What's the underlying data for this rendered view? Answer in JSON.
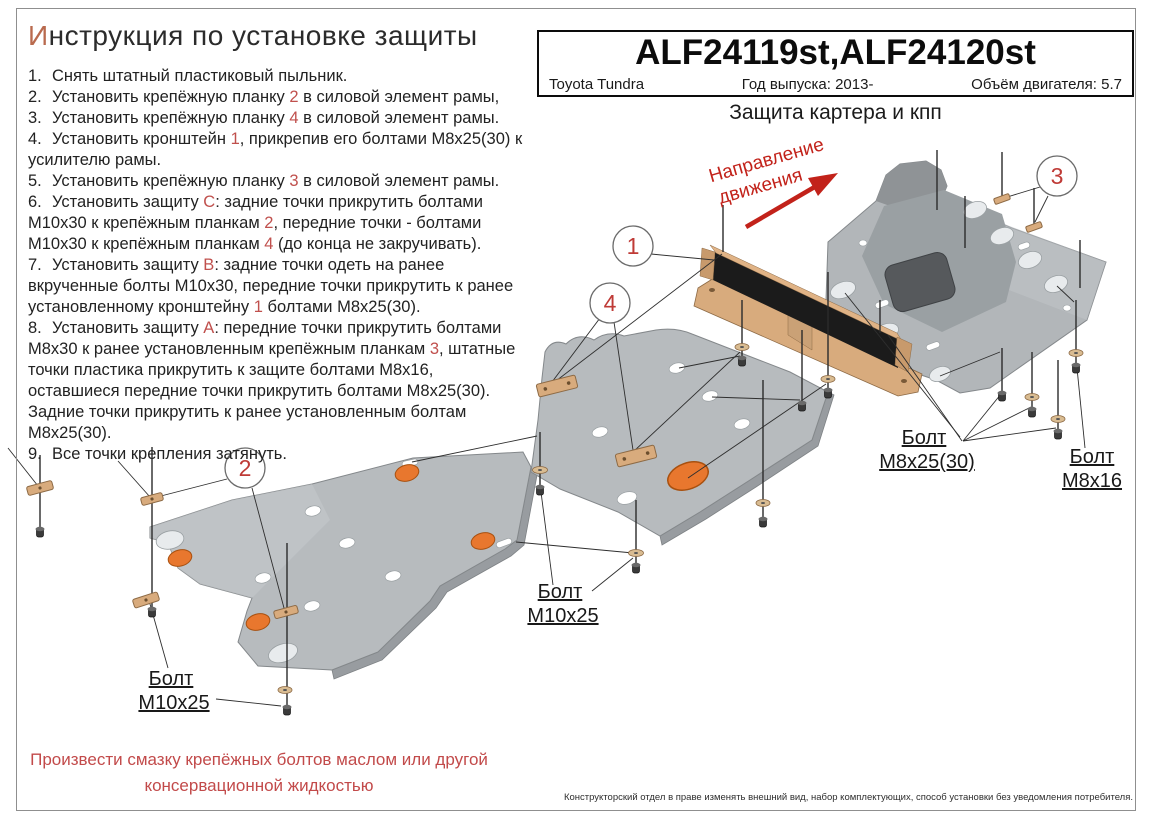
{
  "page": {
    "title": {
      "first_letter": "И",
      "rest": "нструкция по установке защиты"
    },
    "instructions": [
      {
        "num": "1.",
        "segments": [
          {
            "t": "Снять штатный пластиковый пыльник."
          }
        ]
      },
      {
        "num": "2.",
        "segments": [
          {
            "t": "Установить крепёжную планку "
          },
          {
            "t": "2",
            "red": true
          },
          {
            "t": " в силовой элемент рамы,"
          }
        ]
      },
      {
        "num": "3.",
        "segments": [
          {
            "t": "Установить крепёжную планку "
          },
          {
            "t": "4",
            "red": true
          },
          {
            "t": " в силовой элемент рамы."
          }
        ]
      },
      {
        "num": "4.",
        "segments": [
          {
            "t": "Установить кронштейн "
          },
          {
            "t": "1",
            "red": true
          },
          {
            "t": ", прикрепив его болтами М8х25(30) к усилителю рамы."
          }
        ]
      },
      {
        "num": "5.",
        "segments": [
          {
            "t": "Установить крепёжную планку "
          },
          {
            "t": "3",
            "red": true
          },
          {
            "t": " в силовой элемент рамы."
          }
        ]
      },
      {
        "num": "6.",
        "segments": [
          {
            "t": "Установить защиту "
          },
          {
            "t": "С",
            "red": true
          },
          {
            "t": ": задние точки прикрутить болтами М10х30 к крепёжным планкам "
          },
          {
            "t": "2",
            "red": true
          },
          {
            "t": ", передние точки - болтами М10х30 к крепёжным планкам "
          },
          {
            "t": "4",
            "red": true
          },
          {
            "t": " (до конца не закручивать)."
          }
        ]
      },
      {
        "num": "7.",
        "segments": [
          {
            "t": "Установить защиту "
          },
          {
            "t": "В",
            "red": true
          },
          {
            "t": ": задние точки одеть на ранее вкрученные болты М10х30, передние точки прикрутить к ранее установленному кронштейну "
          },
          {
            "t": "1",
            "red": true
          },
          {
            "t": " болтами М8х25(30)."
          }
        ]
      },
      {
        "num": "8.",
        "segments": [
          {
            "t": "Установить защиту "
          },
          {
            "t": "А",
            "red": true
          },
          {
            "t": ": передние точки прикрутить болтами М8х30 к ранее установленным крепёжным планкам "
          },
          {
            "t": "3",
            "red": true
          },
          {
            "t": ", штатные точки пластика прикрутить к защите болтами М8х16, оставшиеся передние точки прикрутить болтами М8х25(30). Задние точки прикрутить к ранее установленным болтам М8х25(30)."
          }
        ]
      },
      {
        "num": "9.",
        "segments": [
          {
            "t": "Все точки крепления затянуть."
          }
        ]
      }
    ],
    "warning_lines": [
      "Произвести смазку крепёжных болтов маслом или другой",
      "консервационной жидкостью"
    ],
    "footnote": "Конструкторский отдел в праве изменять внешний вид, набор комплектующих, способ установки без уведомления потребителя."
  },
  "header_box": {
    "models": "ALF24119st,ALF24120st",
    "vehicle": "Toyota Tundra",
    "year_label": "Год выпуска: 2013-",
    "engine_label": "Объём двигателя: 5.7",
    "subtitle": "Защита картера и кпп"
  },
  "diagram": {
    "direction_label": [
      "Направление",
      "движения"
    ],
    "callouts": [
      "1",
      "2",
      "3",
      "4"
    ],
    "bolt_labels": [
      {
        "line1": "Болт",
        "line2": "М8х25(30)"
      },
      {
        "line1": "Болт",
        "line2": "М8х16"
      },
      {
        "line1": "Болт",
        "line2": "М10х25"
      },
      {
        "line1": "Болт",
        "line2": "М10х25"
      }
    ],
    "colors": {
      "plate_gray": "#b7bbbe",
      "bracket_tan": "#d8ab7d",
      "rubber_black": "#1b1b1b",
      "callout_red": "#bf3a36",
      "direction_red": "#c2221a",
      "orange_marker": "#e8772e",
      "highlight_red": "#c0504d",
      "warning_red": "#c24a4a"
    }
  }
}
